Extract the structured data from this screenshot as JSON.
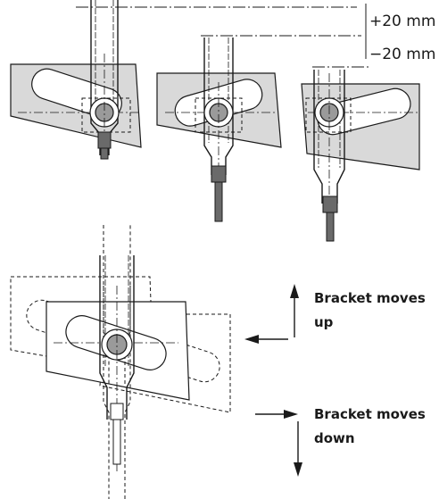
{
  "dimensions": {
    "plus": "+20 mm",
    "minus": "−20 mm"
  },
  "captions": {
    "up_line1": "Bracket moves",
    "up_line2": "up",
    "down_line1": "Bracket moves",
    "down_line2": "down"
  },
  "colors": {
    "bracket_fill": "#d9d9d9",
    "line": "#1a1a1a",
    "hub_fill": "#9a9a9a",
    "cable": "#6a6a6a"
  }
}
